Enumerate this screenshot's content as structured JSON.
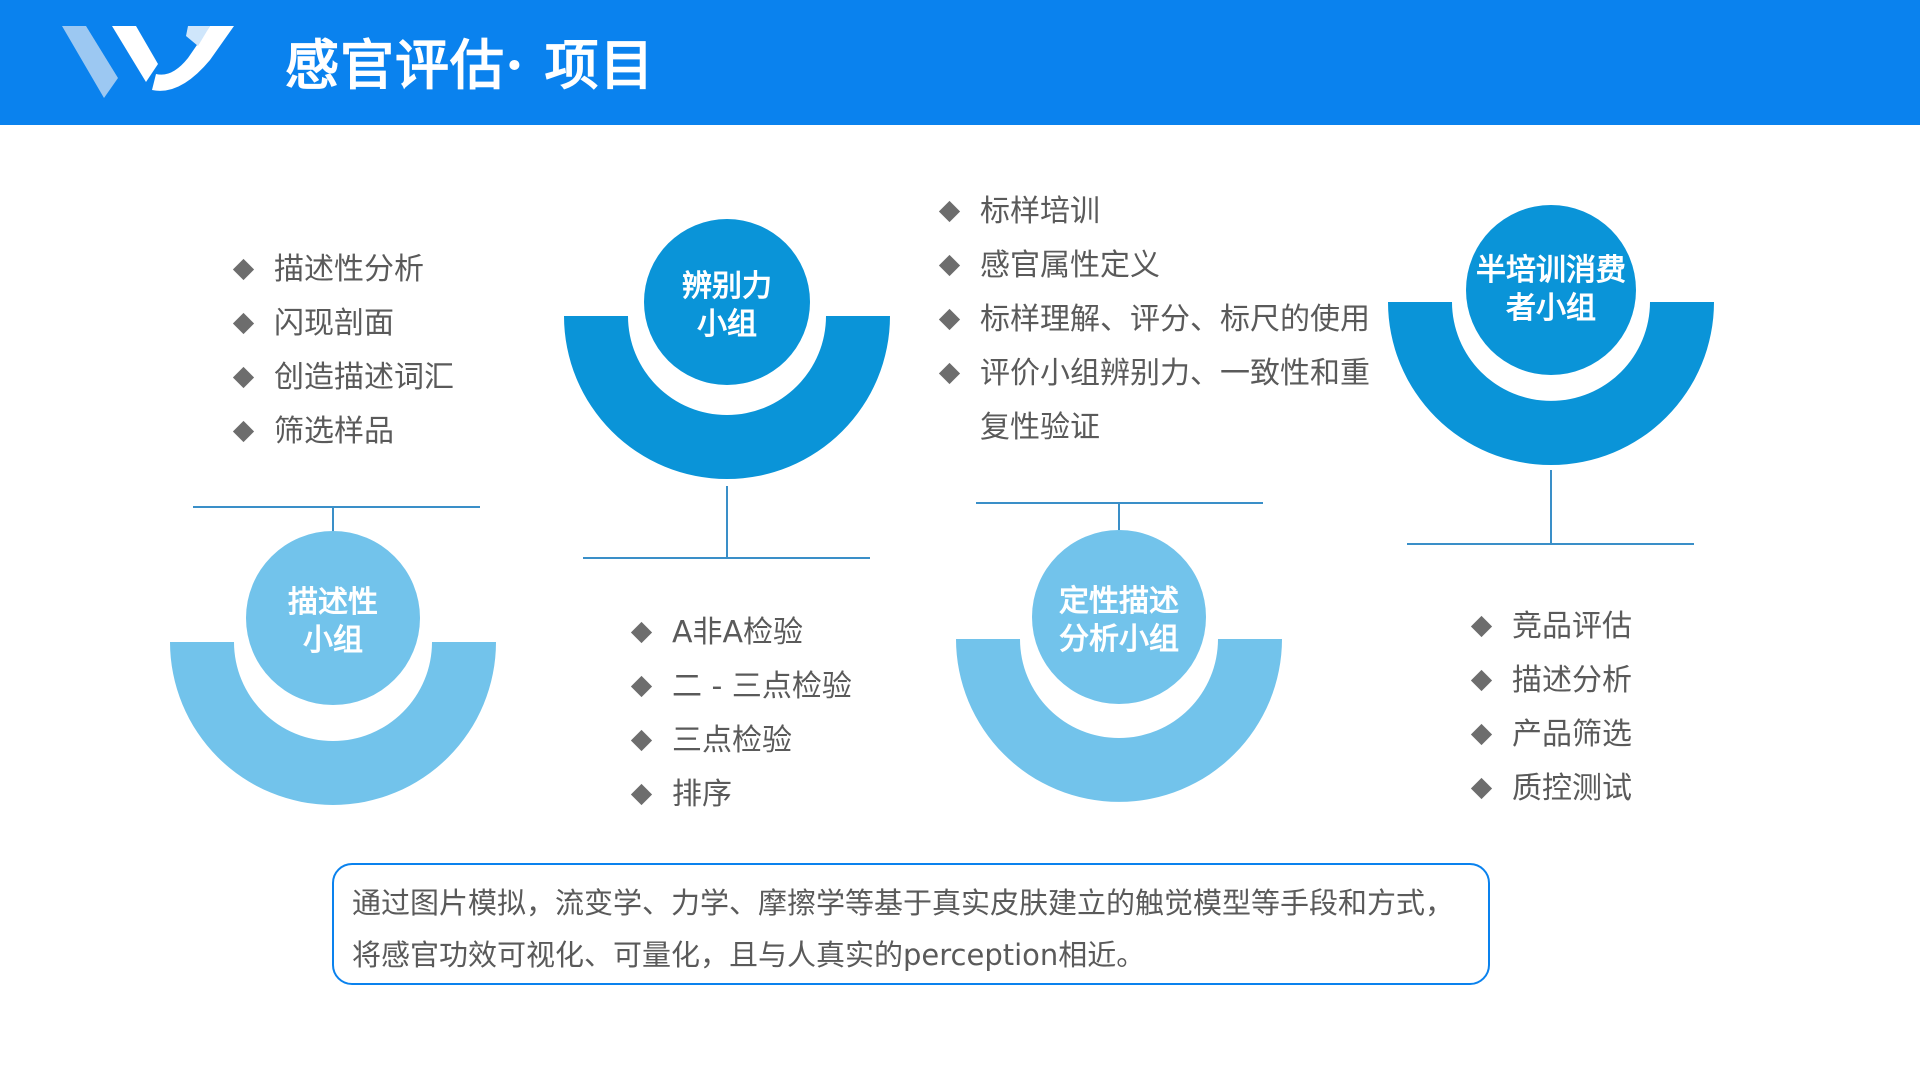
{
  "header": {
    "title": "感官评估· 项目",
    "background_color": "#0a82ee"
  },
  "colors": {
    "dark_blue": "#0a94d8",
    "light_blue": "#72c3eb",
    "connector": "#3a8fc8",
    "bullet_text": "#5a5a5a",
    "note_border": "#0a82ee"
  },
  "groups": [
    {
      "id": "descriptive",
      "label_lines": [
        "描述性",
        "小组"
      ],
      "items": [
        "描述性分析",
        "闪现剖面",
        "创造描述词汇",
        "筛选样品"
      ]
    },
    {
      "id": "discrimination",
      "label_lines": [
        "辨别力",
        "小组"
      ],
      "items": [
        "A非A检验",
        "二 - 三点检验",
        "三点检验",
        "排序"
      ]
    },
    {
      "id": "qualitative",
      "label_lines": [
        "定性描述",
        "分析小组"
      ],
      "items": [
        "标样培训",
        "感官属性定义",
        "标样理解、评分、标尺的使用",
        "评价小组辨别力、一致性和重复性验证"
      ]
    },
    {
      "id": "semi-trained",
      "label_lines": [
        "半培训消费",
        "者小组"
      ],
      "items": [
        "竞品评估",
        "描述分析",
        "产品筛选",
        "质控测试"
      ]
    }
  ],
  "note": {
    "text": "通过图片模拟，流变学、力学、摩擦学等基于真实皮肤建立的触觉模型等手段和方式，将感官功效可视化、可量化，且与人真实的perception相近。"
  }
}
